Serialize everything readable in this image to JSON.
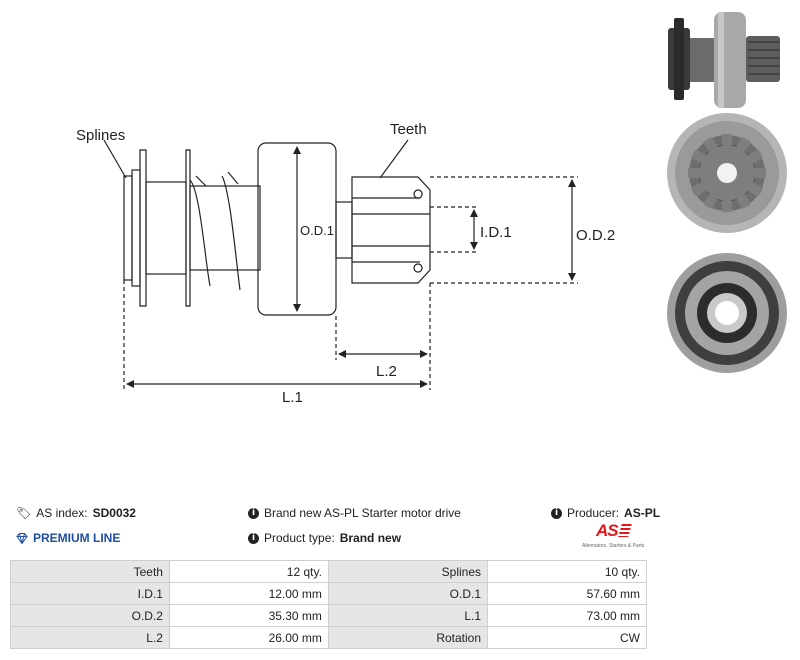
{
  "diagram": {
    "labels": {
      "splines": "Splines",
      "teeth": "Teeth",
      "od1": "O.D.1",
      "id1": "I.D.1",
      "od2": "O.D.2",
      "l2": "L.2",
      "l1": "L.1"
    }
  },
  "photos": [
    "side-view",
    "front-view-gear",
    "rear-view-splines"
  ],
  "info": {
    "index_label": "AS index:",
    "index_value": "SD0032",
    "description": "Brand new AS-PL Starter motor drive",
    "producer_label": "Producer:",
    "producer_value": "AS-PL",
    "premium": "PREMIUM LINE",
    "type_label": "Product type:",
    "type_value": "Brand new",
    "logo_text": "AS",
    "logo_tagline": "Alternators, Starters & Parts"
  },
  "icons": {
    "tag": "tag-icon",
    "info": "info-icon",
    "premium": "diamond-icon"
  },
  "colors": {
    "premium": "#1f4ea3",
    "logo_red": "#e3161b",
    "table_key_bg": "#e6e6e6"
  },
  "specs": [
    {
      "k1": "Teeth",
      "v1": "12 qty.",
      "k2": "Splines",
      "v2": "10 qty."
    },
    {
      "k1": "I.D.1",
      "v1": "12.00 mm",
      "k2": "O.D.1",
      "v2": "57.60 mm"
    },
    {
      "k1": "O.D.2",
      "v1": "35.30 mm",
      "k2": "L.1",
      "v2": "73.00 mm"
    },
    {
      "k1": "L.2",
      "v1": "26.00 mm",
      "k2": "Rotation",
      "v2": "CW"
    }
  ]
}
